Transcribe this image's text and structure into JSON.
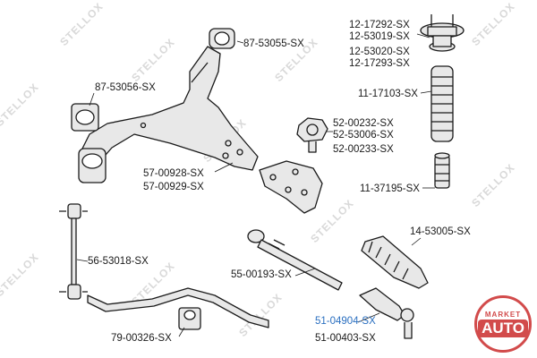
{
  "labels": {
    "top_mount": [
      "12-17292-SX",
      "12-53019-SX",
      "12-53020-SX",
      "12-17293-SX"
    ],
    "upper_bushing": "87-53055-SX",
    "rear_bushing": "87-53056-SX",
    "boot": "11-17103-SX",
    "ball_joint": [
      "52-00232-SX",
      "52-53006-SX",
      "52-00233-SX"
    ],
    "control_arm": [
      "57-00928-SX",
      "57-00929-SX"
    ],
    "bump_stop": "11-37195-SX",
    "rack_boot": "14-53005-SX",
    "stabilizer_link": "56-53018-SX",
    "inner_tie_rod": "55-00193-SX",
    "tie_rod_end": [
      "51-04904-SX",
      "51-00403-SX"
    ],
    "stabilizer_bushing": "79-00326-SX"
  },
  "watermark": "STELLOX",
  "badge": {
    "line1": "MARKET",
    "line2": "AUTO"
  },
  "colors": {
    "line": "#1a1a1a",
    "highlight": "#2a6fc0",
    "part_fill": "#e8e8e8",
    "badge": "#d24b4b"
  }
}
